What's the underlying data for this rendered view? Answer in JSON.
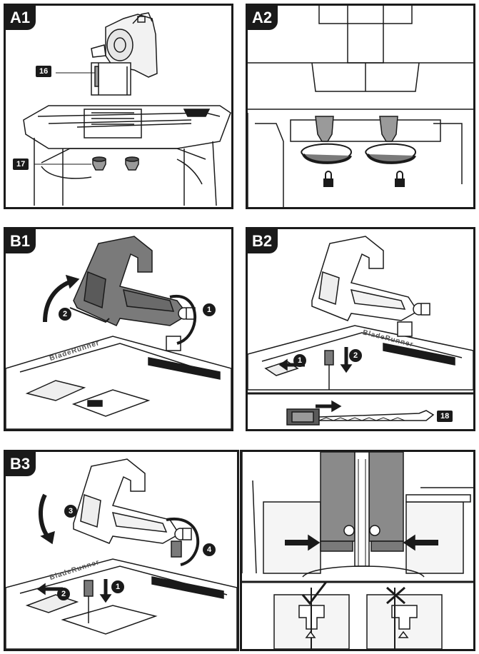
{
  "panels": {
    "a1": {
      "tag": "A1",
      "callouts": [
        "16",
        "17"
      ]
    },
    "a2": {
      "tag": "A2"
    },
    "b1": {
      "tag": "B1",
      "steps": [
        "1",
        "2"
      ],
      "brand": "BladeRunner"
    },
    "b2": {
      "tag": "B2",
      "steps": [
        "1",
        "2"
      ],
      "brand": "BladeRunner",
      "callout": "18"
    },
    "b3": {
      "tag": "B3",
      "steps": [
        "1",
        "2",
        "3",
        "4"
      ],
      "brand": "BladeRunner"
    },
    "b3_detail": {}
  },
  "colors": {
    "line": "#1a1a1a",
    "arm_gray": "#7a7a7a",
    "arm_dark": "#5a5a5a",
    "light_gray": "#d9d9d9"
  }
}
